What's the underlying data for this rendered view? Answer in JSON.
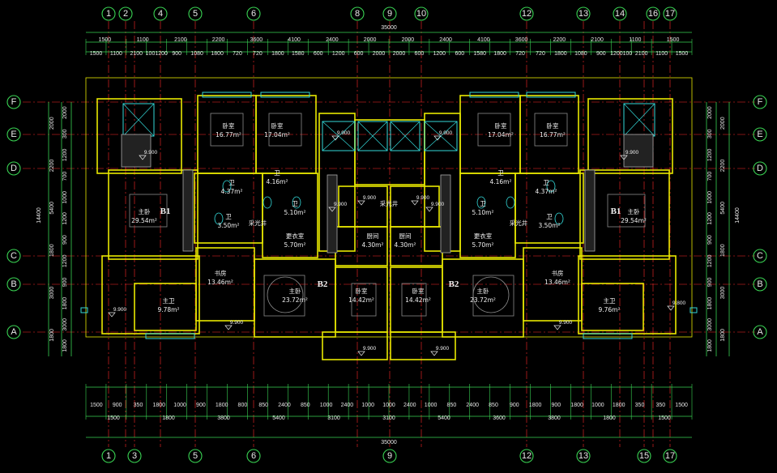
{
  "drawing": {
    "colors": {
      "background": "#000000",
      "axis_line": "#ff2a2a",
      "dimension": "#39d353",
      "wall": "#e8e800",
      "window": "#33d8d8",
      "furniture": "#8a8a8a",
      "text": "#f0f0f0"
    },
    "top_axes": [
      "1",
      "2",
      "4",
      "5",
      "6",
      "8",
      "9",
      "10",
      "12",
      "13",
      "14",
      "16",
      "17"
    ],
    "bottom_axes": [
      "1",
      "3",
      "5",
      "6",
      "9",
      "12",
      "13",
      "15",
      "17"
    ],
    "left_axes": [
      "F",
      "E",
      "D",
      "C",
      "B",
      "A"
    ],
    "right_axes": [
      "F",
      "E",
      "D",
      "C",
      "B",
      "A"
    ],
    "top_total": "35000",
    "bottom_total": "35000",
    "top_row1": [
      "1500",
      "1100",
      "2100",
      "2200",
      "3600",
      "4100",
      "2400",
      "2000",
      "2000",
      "2400",
      "4100",
      "3600",
      "2200",
      "2100",
      "1100",
      "1500"
    ],
    "top_row2": [
      "1500",
      "1100",
      "2100",
      "1001200",
      "900",
      "1080",
      "1800",
      "720",
      "720",
      "1800",
      "1580",
      "600",
      "1200",
      "600",
      "2000",
      "2000",
      "600",
      "1200",
      "600",
      "1580",
      "1800",
      "720",
      "720",
      "1800",
      "1080",
      "900",
      "1200100",
      "2100",
      "1100",
      "1500"
    ],
    "bottom_row1": [
      "1500",
      "900",
      "350",
      "1800",
      "1000",
      "900",
      "1800",
      "800",
      "850",
      "2400",
      "850",
      "1000",
      "2400",
      "1000",
      "1000",
      "2400",
      "1000",
      "850",
      "2400",
      "850",
      "900",
      "1800",
      "900",
      "1800",
      "1000",
      "1800",
      "350",
      "350",
      "1500"
    ],
    "bottom_row2": [
      "1500",
      "1800",
      "3800",
      "5400",
      "3100",
      "3100",
      "5400",
      "3600",
      "3800",
      "1800",
      "1500"
    ],
    "side_outer": [
      "2000",
      "2200",
      "5400",
      "1800",
      "3000",
      "1800"
    ],
    "side_inner": [
      "2000",
      "300",
      "1200",
      "700",
      "1000",
      "1200",
      "900",
      "1200",
      "900",
      "1800",
      "3000",
      "1800"
    ],
    "side_total": "14400",
    "room_labels": [
      {
        "name": "卧室",
        "area": "16.77m²"
      },
      {
        "name": "卧室",
        "area": "17.04m²"
      },
      {
        "name": "卧室",
        "area": "17.04m²"
      },
      {
        "name": "卧室",
        "area": "16.77m²"
      },
      {
        "name": "主卧",
        "area": "29.54m²"
      },
      {
        "name": "主卧",
        "area": "29.54m²"
      },
      {
        "name": "卫",
        "area": "4.37m²"
      },
      {
        "name": "卫",
        "area": "4.16m²"
      },
      {
        "name": "卫",
        "area": "4.16m²"
      },
      {
        "name": "卫",
        "area": "4.37m²"
      },
      {
        "name": "卫",
        "area": "5.10m²"
      },
      {
        "name": "卫",
        "area": "5.10m²"
      },
      {
        "name": "卫",
        "area": "3.50m²"
      },
      {
        "name": "卫",
        "area": "3.50m²"
      },
      {
        "name": "更衣室",
        "area": "5.70m²"
      },
      {
        "name": "更衣室",
        "area": "5.70m²"
      },
      {
        "name": "厨间",
        "area": "4.30m²"
      },
      {
        "name": "厨间",
        "area": "4.30m²"
      },
      {
        "name": "书房",
        "area": "13.46m²"
      },
      {
        "name": "书房",
        "area": "13.46m²"
      },
      {
        "name": "主卧",
        "area": "23.72m²"
      },
      {
        "name": "主卧",
        "area": "23.72m²"
      },
      {
        "name": "卧室",
        "area": "14.42m²"
      },
      {
        "name": "卧室",
        "area": "14.42m²"
      },
      {
        "name": "主卫",
        "area": "9.78m²"
      },
      {
        "name": "主卫",
        "area": "9.76m²"
      }
    ],
    "shaft_labels": [
      "采光井",
      "采光井",
      "采光井"
    ],
    "unit_labels": [
      "B1",
      "B2",
      "B2",
      "B1"
    ],
    "levels": [
      "9.900",
      "9.900",
      "9.900",
      "9.900",
      "9.900",
      "9.900",
      "9.900",
      "9.900",
      "9.900",
      "9.900",
      "9.900",
      "9.900",
      "9.900",
      "9.800"
    ]
  }
}
